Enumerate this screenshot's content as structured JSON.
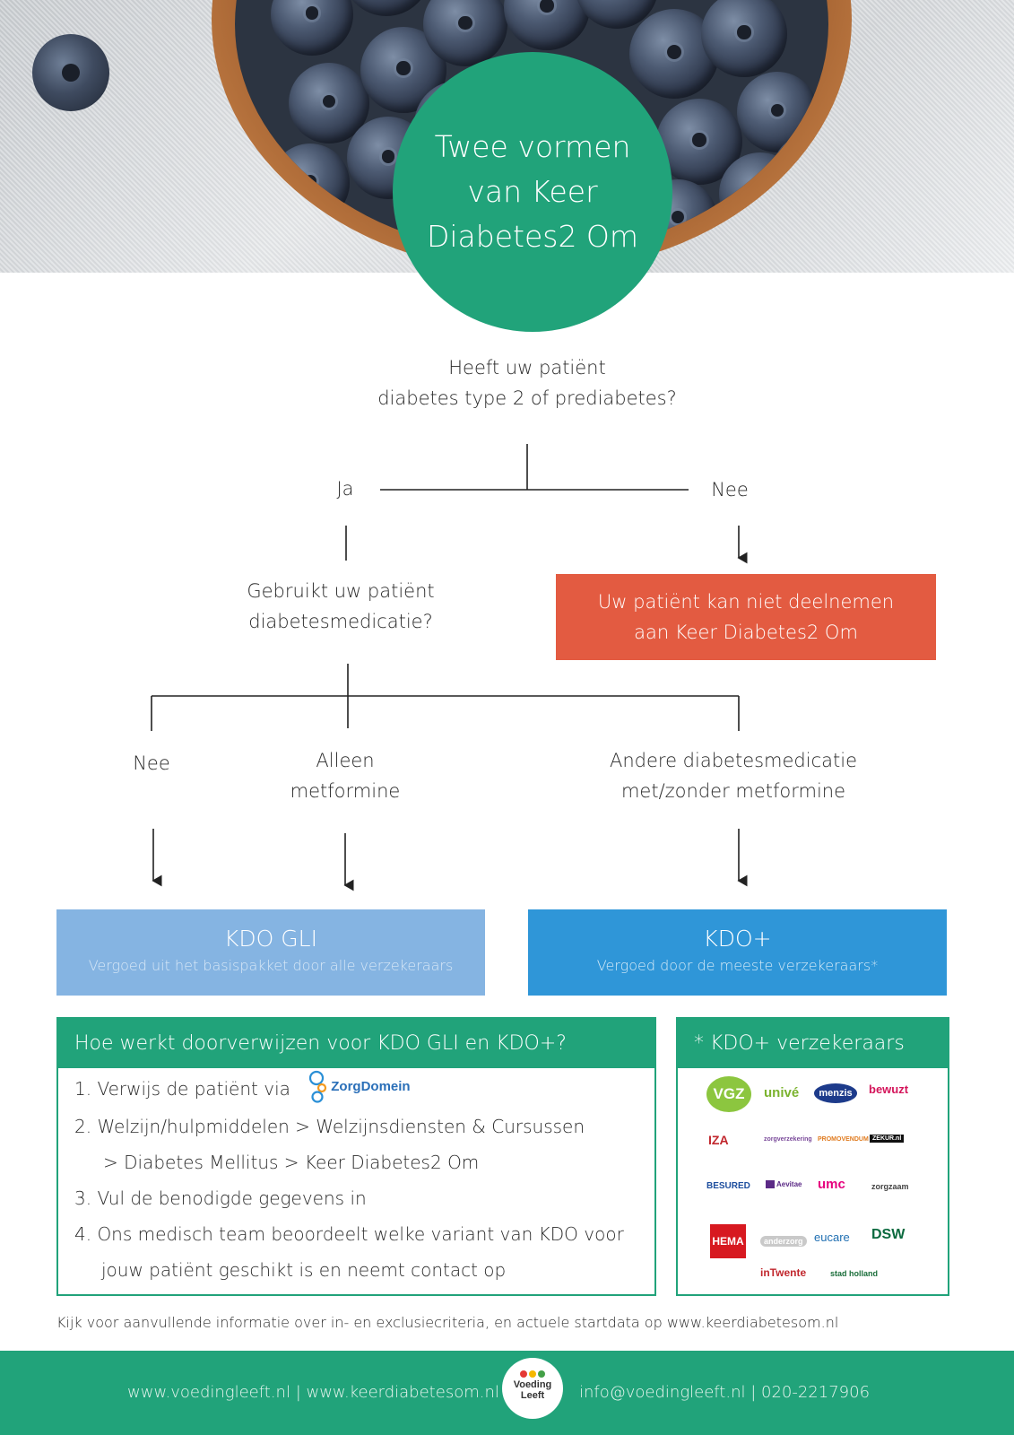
{
  "title": "Twee vormen van Keer Diabetes2 Om",
  "question1": [
    "Heeft uw patiënt",
    "diabetes type 2 of prediabetes?"
  ],
  "answer_yes": "Ja",
  "answer_no": "Nee",
  "question2": [
    "Gebruikt uw patiënt",
    "diabetesmedicatie?"
  ],
  "not_eligible": [
    "Uw patiënt kan niet deelnemen",
    "aan Keer Diabetes2 Om"
  ],
  "med_options": {
    "none": "Nee",
    "metformin": [
      "Alleen",
      "metformine"
    ],
    "other": [
      "Andere diabetesmedicatie",
      "met/zonder metformine"
    ]
  },
  "kdo_gli": {
    "title": "KDO GLI",
    "subtitle": "Vergoed uit het basispakket door alle verzekeraars"
  },
  "kdo_plus": {
    "title": "KDO+",
    "subtitle": "Vergoed door de meeste verzekeraars*"
  },
  "referral": {
    "heading": "Hoe werkt doorverwijzen voor KDO GLI en KDO+?",
    "step1": "1. Verwijs de patiënt via",
    "zorgdomein": "ZorgDomein",
    "step2a": "2. Welzijn/hulpmiddelen > Welzijnsdiensten & Cursussen",
    "step2b": "> Diabetes Mellitus > Keer Diabetes2 Om",
    "step3": "3. Vul de benodigde gegevens in",
    "step4a": "4. Ons medisch team beoordeelt welke variant van KDO voor",
    "step4b": "jouw patiënt geschikt is en neemt contact op"
  },
  "insurers": {
    "heading": "* KDO+ verzekeraars",
    "logos": [
      "VGZ",
      "univé",
      "menzis",
      "bewuzt",
      "IZA",
      "zorgverzekering",
      "PROMOVENDUM",
      "ZEKUR.nl",
      "BESURED",
      "Aevitae",
      "umc",
      "zorgzaam",
      "HEMA",
      "anderzorg",
      "eucare",
      "DSW",
      "inTwente",
      "stad holland"
    ]
  },
  "footnote": "Kijk voor aanvullende informatie over in- en exclusiecriteria, en actuele startdata op www.keerdiabetesom.nl",
  "footer": {
    "left": "www.voedingleeft.nl | www.keerdiabetesom.nl",
    "logo": [
      "Voeding",
      "Leeft"
    ],
    "right": "info@voedingleeft.nl | 020-2217906"
  },
  "colors": {
    "green": "#21a37a",
    "red": "#e35b41",
    "light_blue": "#85b4e2",
    "blue": "#2f96d8"
  }
}
